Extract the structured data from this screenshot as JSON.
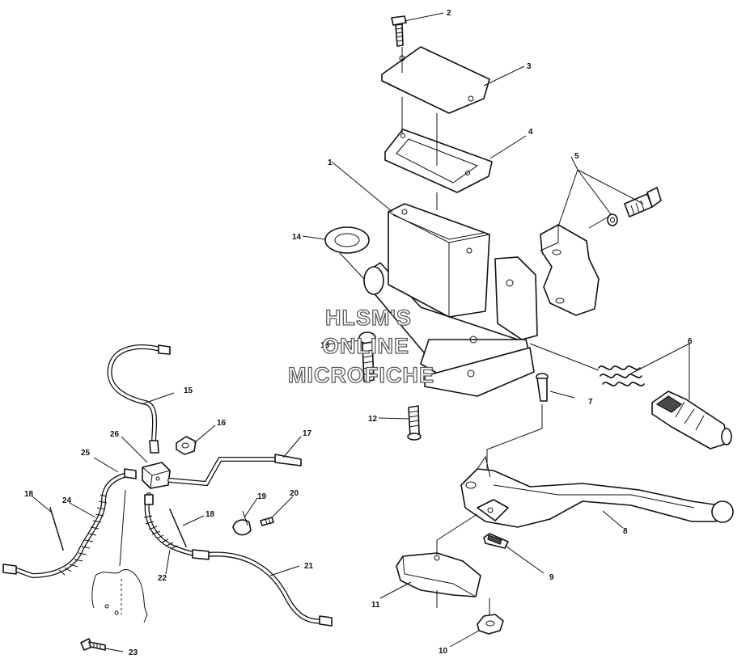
{
  "watermark": {
    "line1": "HLSM'S",
    "line2": "ONLINE",
    "line3": "MICROFICHE"
  },
  "callouts": [
    "1",
    "2",
    "3",
    "4",
    "5",
    "6",
    "7",
    "8",
    "9",
    "10",
    "11",
    "12",
    "13",
    "14",
    "15",
    "16",
    "17",
    "18",
    "19",
    "20",
    "21",
    "22",
    "23",
    "24",
    "25",
    "26",
    "18"
  ]
}
